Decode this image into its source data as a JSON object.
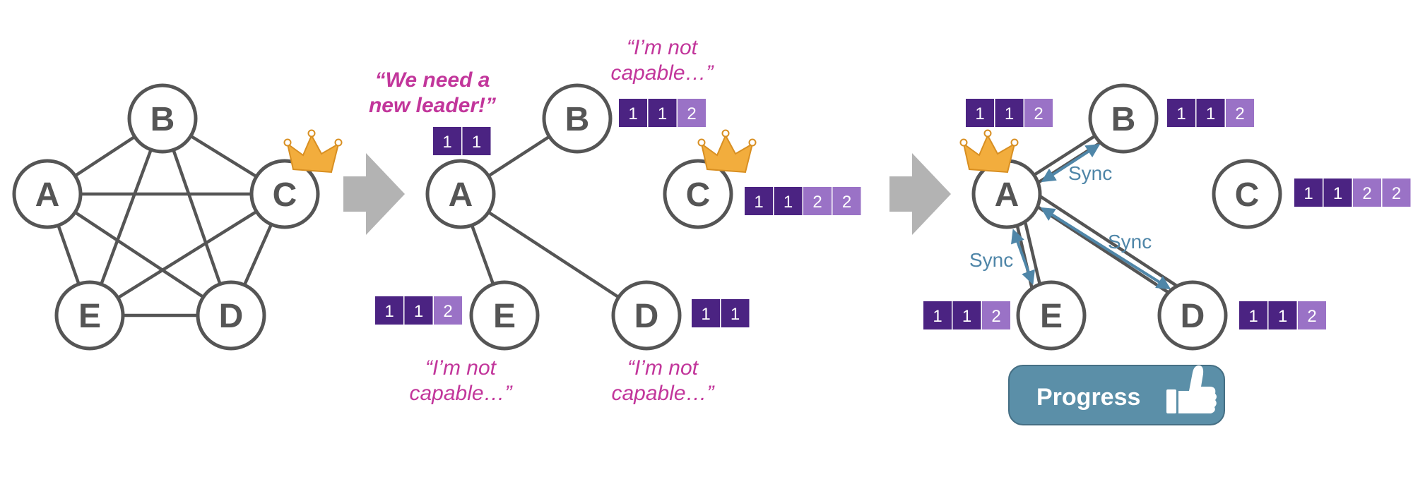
{
  "colors": {
    "node_stroke": "#555555",
    "node_text": "#555555",
    "edge": "#555555",
    "log_dark": "#4b2382",
    "log_light": "#9a72c6",
    "quote": "#c2369b",
    "sync": "#4f86a8",
    "arrow": "#b3b3b3",
    "crown": "#f2ad3d",
    "progress_bg": "#5b8fa8"
  },
  "panel1": {
    "nodes": [
      {
        "id": "A",
        "label": "A"
      },
      {
        "id": "B",
        "label": "B"
      },
      {
        "id": "C",
        "label": "C"
      },
      {
        "id": "D",
        "label": "D"
      },
      {
        "id": "E",
        "label": "E"
      }
    ],
    "leader": "C"
  },
  "panel2": {
    "nodes": [
      {
        "id": "A",
        "label": "A"
      },
      {
        "id": "B",
        "label": "B"
      },
      {
        "id": "C",
        "label": "C"
      },
      {
        "id": "D",
        "label": "D"
      },
      {
        "id": "E",
        "label": "E"
      }
    ],
    "leader": "C",
    "quote_a_line1": "“We need a",
    "quote_a_line2": "new leader!”",
    "quote_b_line1": "“I’m not",
    "quote_b_line2": "capable…”",
    "quote_e_line1": "“I’m not",
    "quote_e_line2": "capable…”",
    "quote_d_line1": "“I’m not",
    "quote_d_line2": "capable…”",
    "logs": {
      "A": [
        "1",
        "1"
      ],
      "B": [
        "1",
        "1",
        "2"
      ],
      "C": [
        "1",
        "1",
        "2",
        "2"
      ],
      "D": [
        "1",
        "1"
      ],
      "E": [
        "1",
        "1",
        "2"
      ]
    }
  },
  "panel3": {
    "nodes": [
      {
        "id": "A",
        "label": "A"
      },
      {
        "id": "B",
        "label": "B"
      },
      {
        "id": "C",
        "label": "C"
      },
      {
        "id": "D",
        "label": "D"
      },
      {
        "id": "E",
        "label": "E"
      }
    ],
    "leader": "A",
    "sync_label": "Sync",
    "logs": {
      "A": [
        "1",
        "1",
        "2"
      ],
      "B": [
        "1",
        "1",
        "2"
      ],
      "C": [
        "1",
        "1",
        "2",
        "2"
      ],
      "D": [
        "1",
        "1",
        "2"
      ],
      "E": [
        "1",
        "1",
        "2"
      ]
    },
    "progress_label": "Progress",
    "thumbs_icon": "thumbs-up-icon"
  }
}
